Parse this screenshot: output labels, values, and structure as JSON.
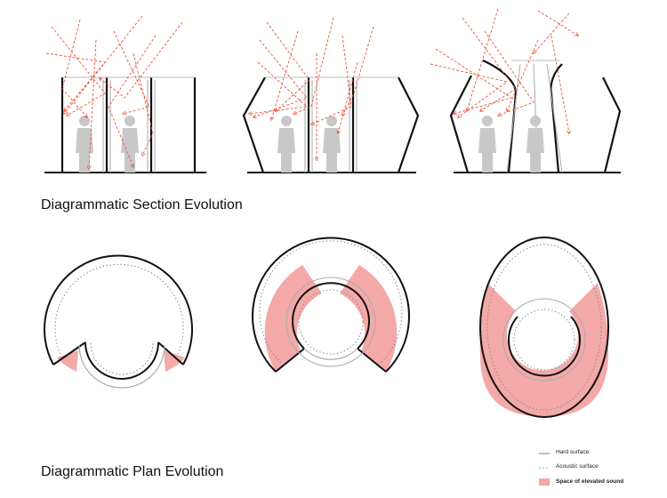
{
  "section_heading": "Diagrammatic Section Evolution",
  "plan_heading": "Diagrammatic Plan Evolution",
  "legend": {
    "hard_surface": "Hard surface",
    "acoustic_surface": "Acoustic surface",
    "elevated_sound": "Space of elevated sound"
  },
  "colors": {
    "hard_surface": "#111111",
    "acoustic_surface": "#888888",
    "elevated_sound": "#f3a9a8",
    "sound_ray": "#e8553c",
    "figure": "#c8c8c8"
  }
}
